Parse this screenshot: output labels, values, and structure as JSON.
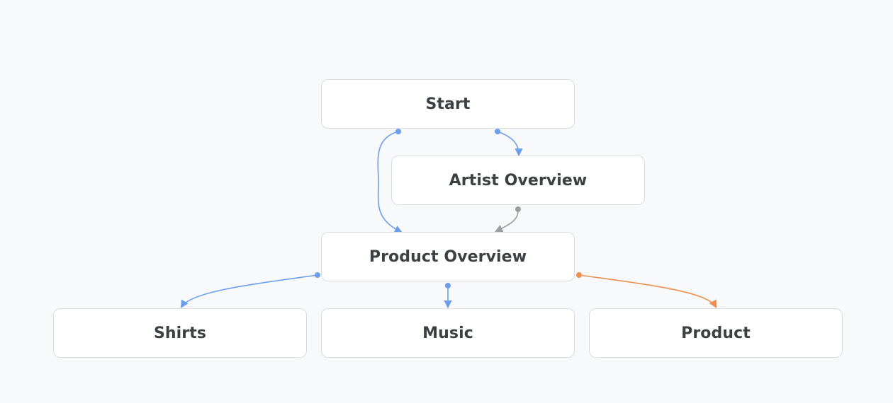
{
  "colors": {
    "background": "#f8f9fa",
    "node_fill": "#ffffff",
    "node_border": "#dadce0",
    "node_text": "#3c4043",
    "edge_blue": "#6d9eeb",
    "edge_gray": "#9e9e9e",
    "edge_orange": "#ee8f4f"
  },
  "nodes": {
    "start": "Start",
    "artist_overview": "Artist Overview",
    "product_overview": "Product Overview",
    "shirts": "Shirts",
    "music": "Music",
    "product": "Product"
  },
  "edges": [
    {
      "from": "start",
      "to": "product_overview",
      "color": "blue"
    },
    {
      "from": "start",
      "to": "artist_overview",
      "color": "blue"
    },
    {
      "from": "artist_overview",
      "to": "product_overview",
      "color": "gray"
    },
    {
      "from": "product_overview",
      "to": "shirts",
      "color": "blue"
    },
    {
      "from": "product_overview",
      "to": "music",
      "color": "blue"
    },
    {
      "from": "product_overview",
      "to": "product",
      "color": "orange"
    }
  ]
}
